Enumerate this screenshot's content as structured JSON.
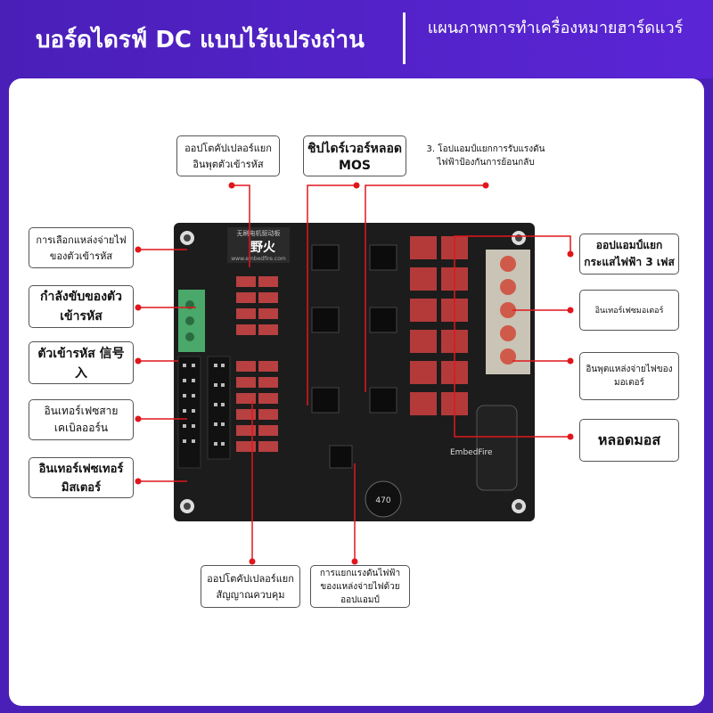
{
  "header": {
    "title": "บอร์ดไดรฟ์ DC แบบไร้แปรงถ่าน",
    "subtitle": "แผนภาพการทำเครื่องหมายฮาร์ดแวร์"
  },
  "labels": {
    "encoder_isolation": "ออปโตคัปเปลอร์แยกอินพุตตัวเข้ารหัส",
    "driver_chip": "ชิปไดร์เวอร์หลอด MOS",
    "opamp_reverse": "3. โอปแอมป์แยกการรับแรงดันไฟฟ้าป้องกันการย้อนกลับ",
    "encoder_power_select": "การเลือกแหล่งจ่ายไฟของตัวเข้ารหัส",
    "encoder_power": "กำลังขับของตัวเข้ารหัส",
    "encoder_signal": "ตัวเข้ารหัส 信号入",
    "cable_interface": "อินเทอร์เฟซสายเคเบิลออร์น",
    "thermistor": "อินเทอร์เฟซเทอร์มิสเตอร์",
    "current_opamp": "ออปแอมป์แยกกระแสไฟฟ้า 3 เฟส",
    "motor_interface": "อินเทอร์เฟซมอเตอร์",
    "motor_power": "อินพุตแหล่งจ่ายไฟของมอเตอร์",
    "mosfet": "หลอดมอส",
    "control_isolation": "ออปโตคัปเปลอร์แยกสัญญาณควบคุม",
    "voltage_isolation": "การแยกแรงดันไฟฟ้าของแหล่งจ่ายไฟด้วยออปแอมป์"
  },
  "board": {
    "brand": "EmbedFire",
    "chinese_logo": "野火",
    "chinese_title": "无刷电机驱动板",
    "website": "www.embedfire.com",
    "inductor_value": "470"
  }
}
